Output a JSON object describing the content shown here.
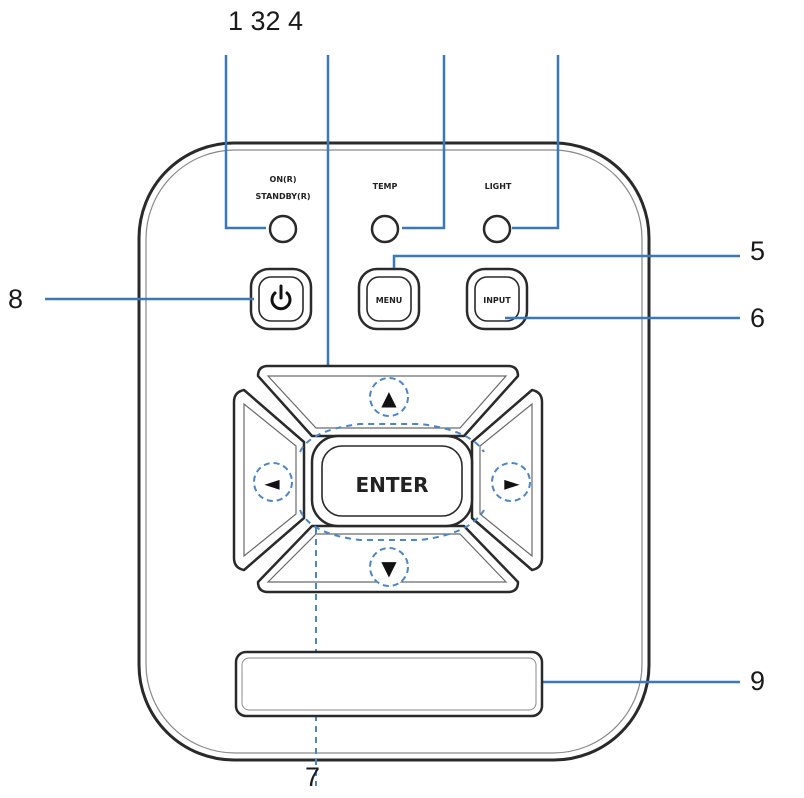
{
  "callouts": {
    "top": "1 32 4",
    "n5": "5",
    "n6": "6",
    "n7": "7",
    "n8": "8",
    "n9": "9"
  },
  "indicators": {
    "on_standby_line1": "ON(R)",
    "on_standby_line2": "STANDBY(R)",
    "temp": "TEMP",
    "light": "LIGHT"
  },
  "buttons": {
    "menu": "MENU",
    "input": "INPUT",
    "enter": "ENTER",
    "power_icon": "power-icon",
    "up_arrow": "▲",
    "down_arrow": "▼",
    "left_arrow": "◄",
    "right_arrow": "►"
  },
  "colors": {
    "leader_line": "#3b78b8",
    "dashed_highlight": "#4a86c8",
    "panel_outline": "#2a2a2a"
  }
}
